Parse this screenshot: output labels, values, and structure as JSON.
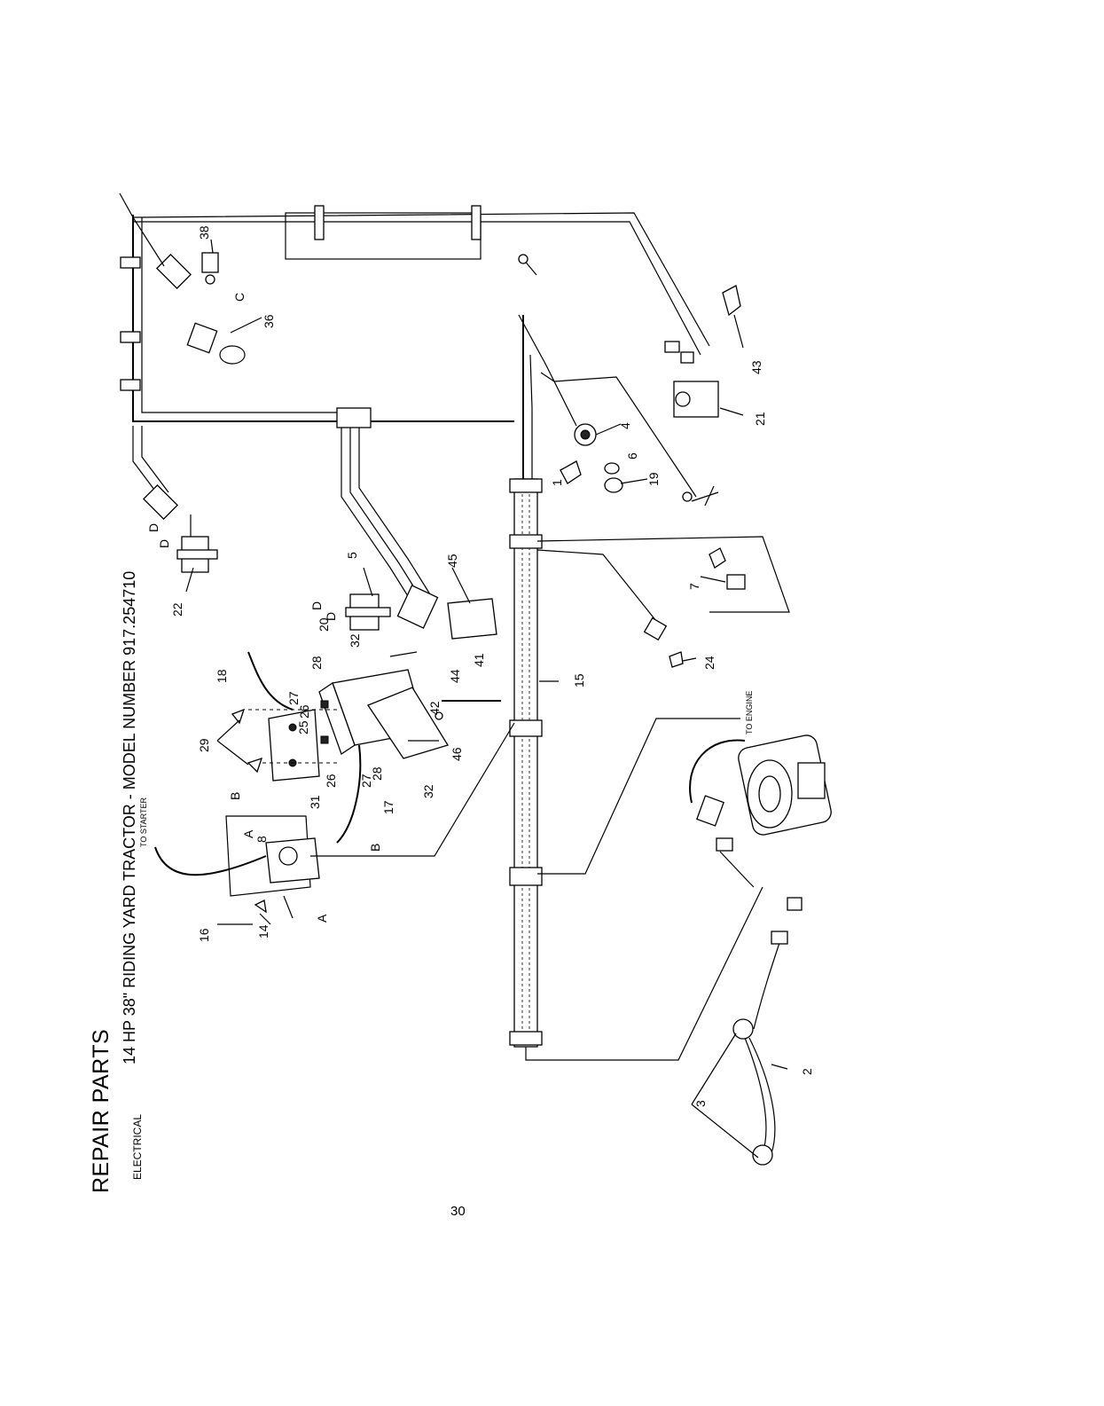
{
  "header": {
    "title": "REPAIR PARTS",
    "subtitle": "14 HP 38\" RIDING YARD TRACTOR - MODEL NUMBER 917.254710",
    "section": "ELECTRICAL"
  },
  "page_number": "30",
  "annotations": {
    "to_starter": "TO STARTER",
    "to_engine": "TO ENGINE"
  },
  "callouts": {
    "c1": "1",
    "c2": "2",
    "c3": "3",
    "c4": "4",
    "c5": "5",
    "c6": "6",
    "c7": "7",
    "c8": "8",
    "c14": "14",
    "c15": "15",
    "c16": "16",
    "c17": "17",
    "c18": "18",
    "c19": "19",
    "c20": "20",
    "c21": "21",
    "c22": "22",
    "c24": "24",
    "c25": "25",
    "c26a": "26",
    "c26b": "26",
    "c27a": "27",
    "c27b": "27",
    "c28a": "28",
    "c28b": "28",
    "c29": "29",
    "c31": "31",
    "c32a": "32",
    "c32b": "32",
    "c36": "36",
    "c38": "38",
    "c41": "41",
    "c42": "42",
    "c43": "43",
    "c44": "44",
    "c45": "45",
    "c46": "46"
  },
  "connector_letters": {
    "a1": "A",
    "a2": "A",
    "b1": "B",
    "b2": "B",
    "c1": "C",
    "d1": "D",
    "d2": "D",
    "d3": "D",
    "d4": "D"
  }
}
